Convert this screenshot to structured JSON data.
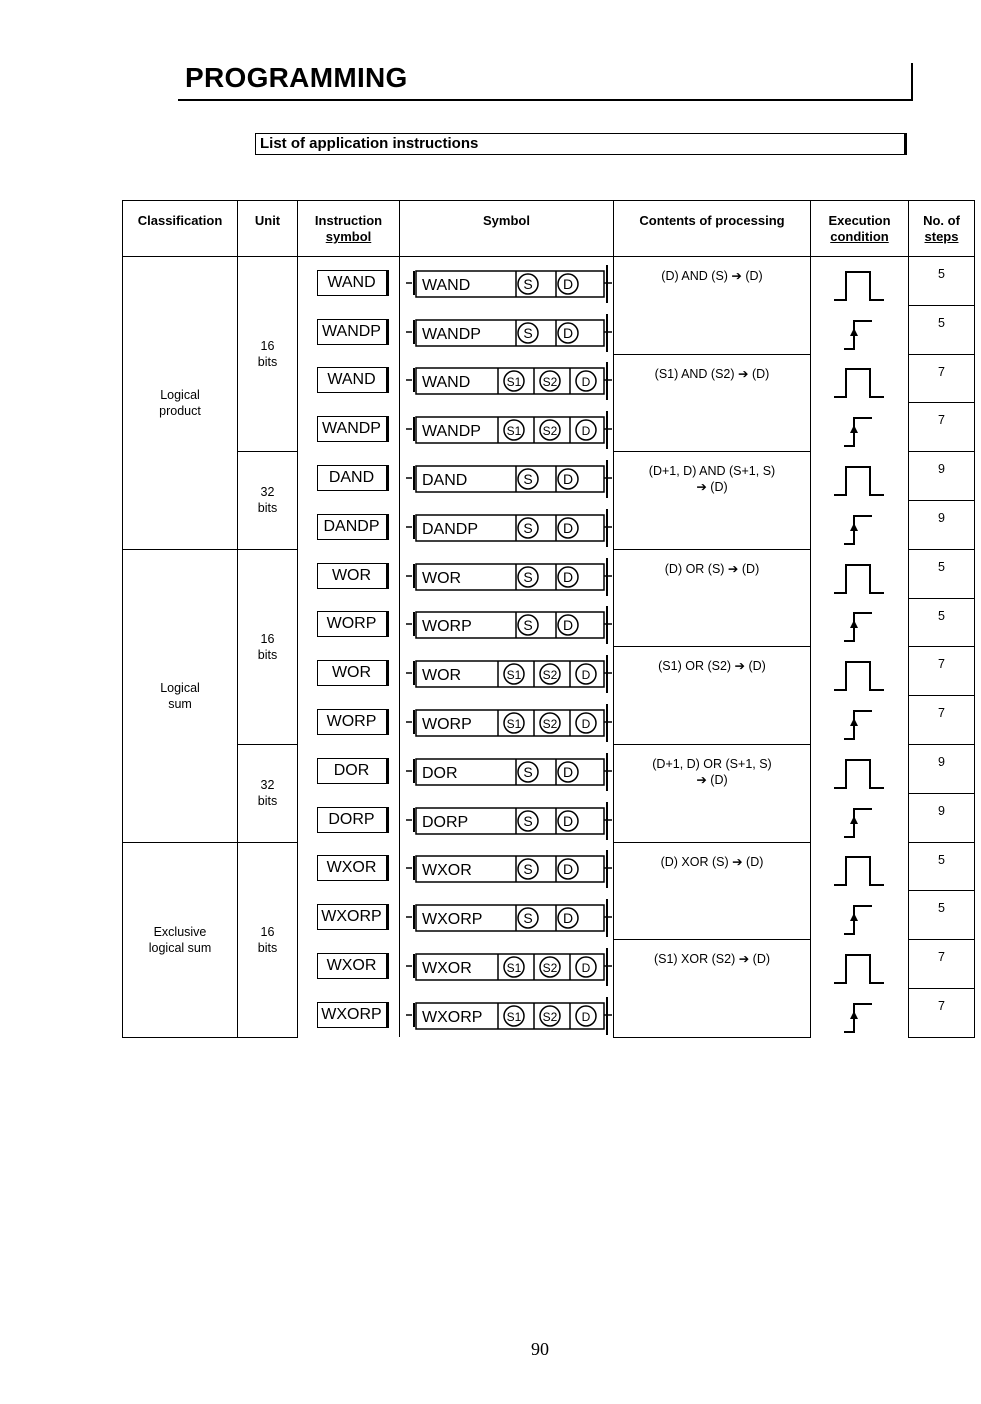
{
  "header": {
    "title": "PROGRAMMING"
  },
  "section": {
    "title": "List of application instructions"
  },
  "table": {
    "columns": [
      "Classification",
      "Unit",
      "Instruction symbol",
      "Symbol",
      "Contents of processing",
      "Execution condition",
      "No. of steps"
    ],
    "groups": [
      {
        "classification": [
          "Logical",
          "product"
        ],
        "units": [
          {
            "unit": [
              "16",
              "bits"
            ],
            "rows": 4
          },
          {
            "unit": [
              "32",
              "bits"
            ],
            "rows": 2
          }
        ]
      },
      {
        "classification": [
          "Logical",
          "sum"
        ],
        "units": [
          {
            "unit": [
              "16",
              "bits"
            ],
            "rows": 4
          },
          {
            "unit": [
              "32",
              "bits"
            ],
            "rows": 2
          }
        ]
      },
      {
        "classification": [
          "Exclusive",
          "logical sum"
        ],
        "units": [
          {
            "unit": [
              "16",
              "bits"
            ],
            "rows": 4
          }
        ]
      }
    ],
    "rows": [
      {
        "instr": "WAND",
        "ops": [
          "S",
          "D"
        ],
        "exec": "continuous",
        "steps": "5"
      },
      {
        "instr": "WANDP",
        "ops": [
          "S",
          "D"
        ],
        "exec": "pulse",
        "steps": "5"
      },
      {
        "instr": "WAND",
        "ops": [
          "S1",
          "S2",
          "D"
        ],
        "exec": "continuous",
        "steps": "7"
      },
      {
        "instr": "WANDP",
        "ops": [
          "S1",
          "S2",
          "D"
        ],
        "exec": "pulse",
        "steps": "7"
      },
      {
        "instr": "DAND",
        "ops": [
          "S",
          "D"
        ],
        "exec": "continuous",
        "steps": "9"
      },
      {
        "instr": "DANDP",
        "ops": [
          "S",
          "D"
        ],
        "exec": "pulse",
        "steps": "9"
      },
      {
        "instr": "WOR",
        "ops": [
          "S",
          "D"
        ],
        "exec": "continuous",
        "steps": "5"
      },
      {
        "instr": "WORP",
        "ops": [
          "S",
          "D"
        ],
        "exec": "pulse",
        "steps": "5"
      },
      {
        "instr": "WOR",
        "ops": [
          "S1",
          "S2",
          "D"
        ],
        "exec": "continuous",
        "steps": "7"
      },
      {
        "instr": "WORP",
        "ops": [
          "S1",
          "S2",
          "D"
        ],
        "exec": "pulse",
        "steps": "7"
      },
      {
        "instr": "DOR",
        "ops": [
          "S",
          "D"
        ],
        "exec": "continuous",
        "steps": "9"
      },
      {
        "instr": "DORP",
        "ops": [
          "S",
          "D"
        ],
        "exec": "pulse",
        "steps": "9"
      },
      {
        "instr": "WXOR",
        "ops": [
          "S",
          "D"
        ],
        "exec": "continuous",
        "steps": "5"
      },
      {
        "instr": "WXORP",
        "ops": [
          "S",
          "D"
        ],
        "exec": "pulse",
        "steps": "5"
      },
      {
        "instr": "WXOR",
        "ops": [
          "S1",
          "S2",
          "D"
        ],
        "exec": "continuous",
        "steps": "7"
      },
      {
        "instr": "WXORP",
        "ops": [
          "S1",
          "S2",
          "D"
        ],
        "exec": "pulse",
        "steps": "7"
      }
    ],
    "contents": [
      {
        "row": 0,
        "lines": [
          "(D) AND (S) ➔ (D)"
        ]
      },
      {
        "row": 2,
        "lines": [
          "(S1) AND (S2) ➔ (D)"
        ]
      },
      {
        "row": 4,
        "lines": [
          "(D+1, D) AND (S+1, S)",
          "➔ (D)"
        ]
      },
      {
        "row": 6,
        "lines": [
          "(D) OR (S) ➔ (D)"
        ]
      },
      {
        "row": 8,
        "lines": [
          "(S1) OR (S2) ➔ (D)"
        ]
      },
      {
        "row": 10,
        "lines": [
          "(D+1, D) OR (S+1, S)",
          "➔ (D)"
        ]
      },
      {
        "row": 12,
        "lines": [
          "(D) XOR (S) ➔ (D)"
        ]
      },
      {
        "row": 14,
        "lines": [
          "(S1) XOR (S2) ➔ (D)"
        ]
      }
    ]
  },
  "footer": {
    "page_number": "90"
  }
}
